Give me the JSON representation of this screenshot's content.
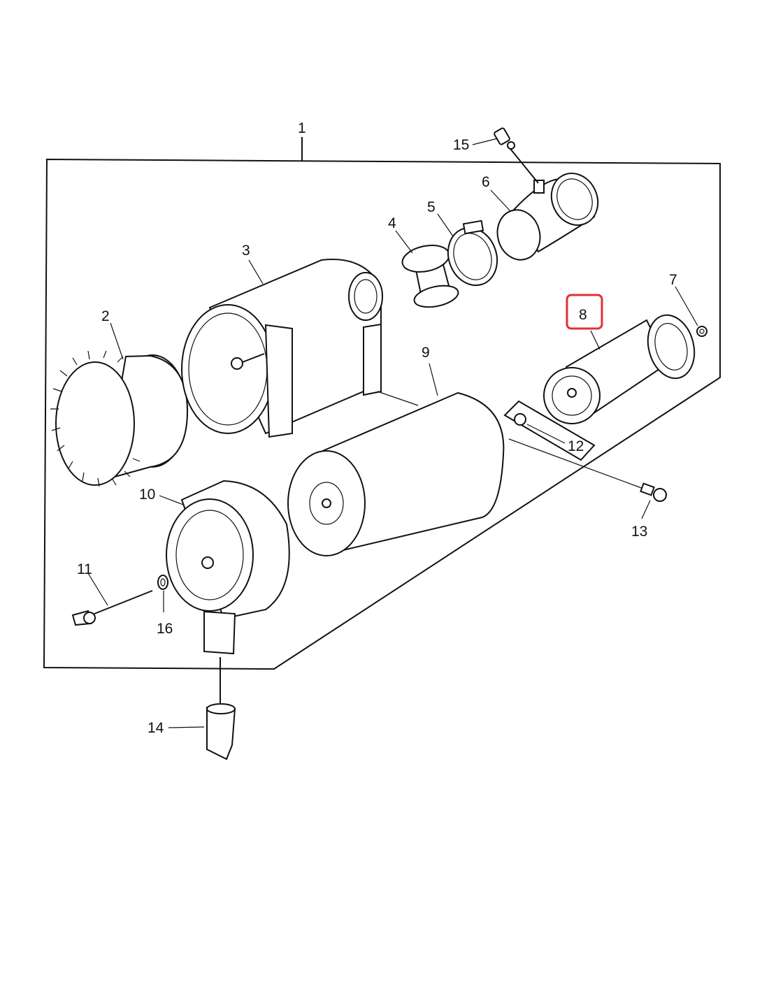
{
  "callouts": {
    "c1": "1",
    "c2": "2",
    "c3": "3",
    "c4": "4",
    "c5": "5",
    "c6": "6",
    "c7": "7",
    "c8": "8",
    "c9": "9",
    "c10": "10",
    "c11": "11",
    "c12": "12",
    "c13": "13",
    "c14": "14",
    "c15": "15",
    "c16": "16"
  },
  "highlight": {
    "callout": "8",
    "color": "#e0303a"
  }
}
